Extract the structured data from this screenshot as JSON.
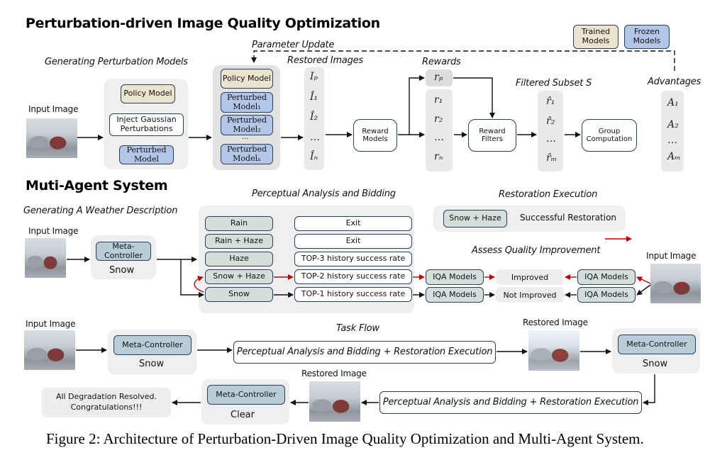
{
  "top": {
    "title": "Perturbation-driven Image Quality Optimization",
    "legend": {
      "trained": "Trained Models",
      "frozen": "Frozen Models"
    },
    "param_update": "Parameter Update",
    "gen_title": "Generating Perturbation Models",
    "input_label": "Input Image",
    "gen_panel": {
      "policy": "Policy Model",
      "inject": "Inject Gaussian Perturbations",
      "perturbed": "Perturbed Model"
    },
    "stack": {
      "policy": "Policy Model",
      "p1": "Perturbed Model₁",
      "p2": "Perturbed Model₂",
      "dots": "···",
      "pn": "Perturbed Modelₙ"
    },
    "restored_title": "Restored Images",
    "restored": [
      "Iₚ",
      "Î₁",
      "Î₂",
      "…",
      "Îₙ"
    ],
    "reward_models": "Reward Models",
    "rewards_title": "Rewards",
    "rp": "rₚ",
    "rewards": [
      "r₁",
      "r₂",
      "…",
      "rₙ"
    ],
    "reward_filters": "Reward Filters",
    "filtered_title": "Filtered Subset S",
    "filtered": [
      "r̂₁",
      "r̂₂",
      "…",
      "r̂ₘ"
    ],
    "group": "Group Computation",
    "adv_title": "Advantages",
    "advantages": [
      "A₁",
      "A₂",
      "…",
      "Aₘ"
    ]
  },
  "mas": {
    "title": "Muti-Agent System",
    "gen_title": "Generating A Weather Description",
    "input_label": "Input Image",
    "meta": "Meta-Controller",
    "weather": "Snow",
    "pab_title": "Perceptual Analysis and Bidding",
    "agents": [
      "Rain",
      "Rain + Haze",
      "Haze",
      "Snow + Haze",
      "Snow"
    ],
    "bids": [
      "Exit",
      "Exit",
      "TOP-3 history success rate",
      "TOP-2 history success rate",
      "TOP-1 history success rate"
    ],
    "exec_title": "Restoration Execution",
    "exec_agent": "Snow + Haze",
    "exec_result": "Successful Restoration",
    "assess_title": "Assess Quality Improvement",
    "iqa": "IQA Models",
    "improved": "Improved",
    "not_improved": "Not Improved",
    "input_label_right": "Input Image"
  },
  "flow": {
    "input_label": "Input Image",
    "meta": "Meta-Controller",
    "weather1": "Snow",
    "task_title": "Task Flow",
    "step": "Perceptual Analysis and Bidding + Restoration Execution",
    "restored_label_1": "Restored Image",
    "weather2": "Snow",
    "restored_label_2": "Restored Image",
    "weather3": "Clear",
    "final": "All Degradation Resolved. Congratulations!!!"
  },
  "caption": "Figure 2: Architecture of Perturbation-Driven Image Quality Optimization and Multi-Agent System.",
  "colors": {
    "trained": "#ece3cf",
    "frozen": "#b4c6e7",
    "agent": "#d3dfd8",
    "meta": "#b9cdd9",
    "accent_red": "#c00000"
  }
}
